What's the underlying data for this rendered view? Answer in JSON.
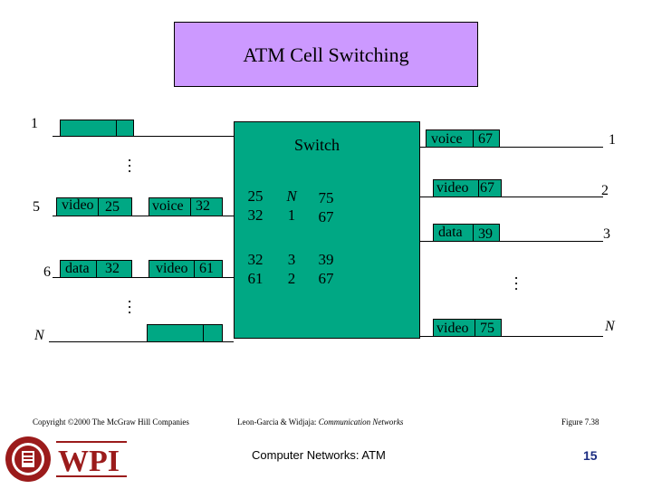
{
  "title": "ATM Cell Switching",
  "switch_label": "Switch",
  "inputs": {
    "in1": {
      "num": "1"
    },
    "in5": {
      "num": "5",
      "cells": [
        {
          "label": "video",
          "vci": "25"
        },
        {
          "label": "voice",
          "vci": "32"
        }
      ]
    },
    "in6": {
      "num": "6",
      "cells": [
        {
          "label": "data",
          "vci": "32"
        },
        {
          "label": "video",
          "vci": "61"
        }
      ]
    },
    "inN": {
      "num": "N"
    }
  },
  "table": {
    "rows": [
      {
        "in_vci": "25",
        "in_port_vci": "32",
        "out_port": "N",
        "out_port2": "1",
        "out_vci": "75",
        "out_vci2": "67"
      },
      {
        "in_vci": "32",
        "in_port_vci": "61",
        "out_port": "3",
        "out_port2": "2",
        "out_vci": "39",
        "out_vci2": "67"
      }
    ]
  },
  "outputs": {
    "out1": {
      "num": "1",
      "label": "voice",
      "vci": "67"
    },
    "out2": {
      "num": "2",
      "label": "video",
      "vci": "67"
    },
    "out3": {
      "num": "3",
      "label": "data",
      "vci": "39"
    },
    "outN": {
      "num": "N",
      "label": "video",
      "vci": "75"
    }
  },
  "ellipsis": "…",
  "footer": {
    "copyright": "Copyright ©2000 The McGraw Hill Companies",
    "authors": "Leon-Garcia & Widjaja:",
    "book": "Communication Networks",
    "figure": "Figure 7.38",
    "course": "Computer Networks: ATM",
    "page": "15",
    "logo_text": "WPI"
  },
  "colors": {
    "title_bg": "#cc99ff",
    "cell_fill": "#00a884",
    "logo_red": "#9b1b1b"
  }
}
